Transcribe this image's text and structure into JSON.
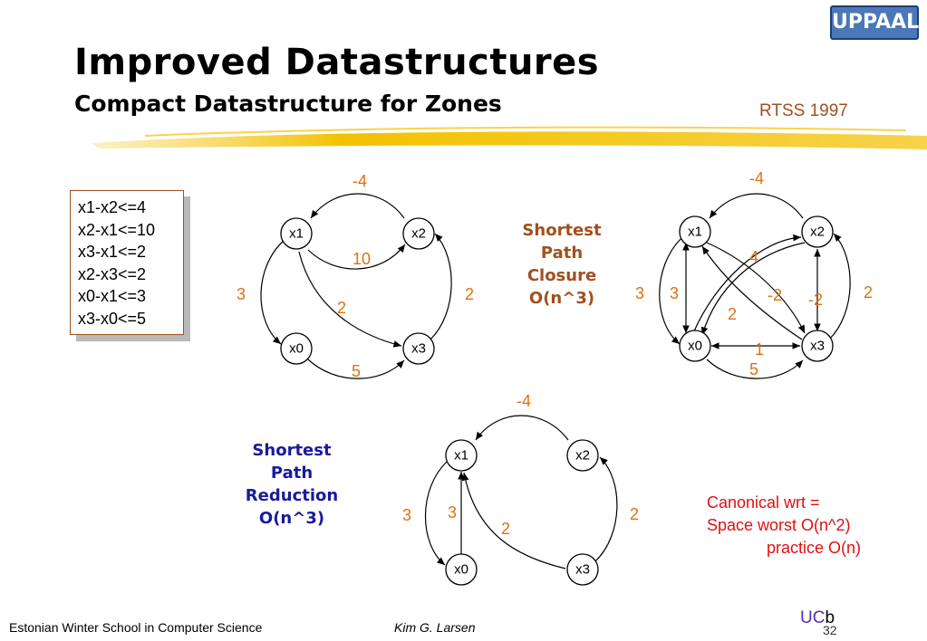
{
  "slide": {
    "title": "Improved Datastructures",
    "subtitle": "Compact Datastructure for Zones",
    "conference": "RTSS 1997",
    "logo_text": "UPPAAL"
  },
  "constraints": [
    "x1-x2<=4",
    "x2-x1<=10",
    "x3-x1<=2",
    "x2-x3<=2",
    "x0-x1<=3",
    "x3-x0<=5"
  ],
  "closure_label": [
    "Shortest",
    "Path",
    "Closure",
    "O(n^3)"
  ],
  "reduction_label": [
    "Shortest",
    "Path",
    "Reduction",
    "O(n^3)"
  ],
  "canonical": [
    "Canonical wrt =",
    "Space worst O(n^2)",
    "practice O(n)"
  ],
  "graphs": {
    "original": {
      "nodes": [
        "x1",
        "x2",
        "x0",
        "x3"
      ],
      "weights": [
        "-4",
        "10",
        "3",
        "2",
        "2",
        "5"
      ]
    },
    "closure": {
      "nodes": [
        "x1",
        "x2",
        "x0",
        "x3"
      ],
      "weights": [
        "-4",
        "4",
        "3",
        "3",
        "-2",
        "-2",
        "2",
        "2",
        "1",
        "5"
      ]
    },
    "reduction": {
      "nodes": [
        "x1",
        "x2",
        "x0",
        "x3"
      ],
      "weights": [
        "-4",
        "3",
        "3",
        "2",
        "2"
      ]
    }
  },
  "footer": {
    "left": "Estonian Winter School in Computer Science",
    "author": "Kim G. Larsen",
    "uc": "UC",
    "uc_b": "b",
    "page": "32"
  }
}
